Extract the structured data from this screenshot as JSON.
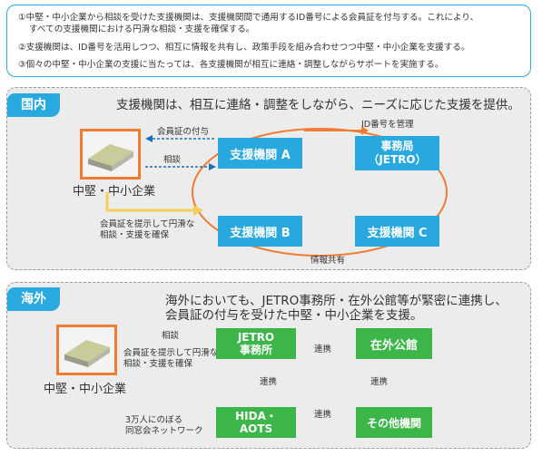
{
  "notes": [
    "①中堅・中小企業から相談を受けた支援機関は、支援機関間で通用するID番号による会員証を付与する。これにより、",
    "すべての支援機関における円滑な相談・支援を確保する。",
    "②支援機関は、ID番号を活用しつつ、相互に情報を共有し、政策手段を組み合わせつつ中堅・中小企業を支援する。",
    "③個々の中堅・中小企業の支援に当たっては、各支援機関が相互に連絡・調整しながらサポートを実施する。"
  ],
  "domestic": {
    "tag": "国内",
    "headline": "支援機関は、相互に連絡・調整をしながら、ニーズに応じた支援を提供。",
    "company_label": "中堅・中小企業",
    "arrow_membership": "会員証の付与",
    "arrow_consult": "相談",
    "arrow_present_1": "会員証を提示して円滑な",
    "arrow_present_2": "相談・支援を確保",
    "id_manage": "ID番号を管理",
    "info_share": "情報共有",
    "agency_a": "支援機関 A",
    "jetro_1": "事務局",
    "jetro_2": "（JETRO）",
    "agency_b": "支援機関 B",
    "agency_c": "支援機関 C"
  },
  "overseas": {
    "tag": "海外",
    "headline_1": "海外においても、JETRO事務所・在外公館等が緊密に連携し、",
    "headline_2": "会員証の付与を受けた中堅・中小企業を支援。",
    "company_label": "中堅・中小企業",
    "arrow_consult": "相談",
    "arrow_present_1": "会員証を提示して円滑な",
    "arrow_present_2": "相談・支援を確保",
    "jetro_office_1": "JETRO",
    "jetro_office_2": "事務所",
    "embassy": "在外公館",
    "hida_1": "HIDA・",
    "hida_2": "AOTS",
    "other": "その他機関",
    "link_top": "連携",
    "link_left": "連携",
    "link_right": "連携",
    "link_bottom": "連携",
    "alumni_1": "3万人にのぼる",
    "alumni_2": "同窓会ネットワーク"
  }
}
